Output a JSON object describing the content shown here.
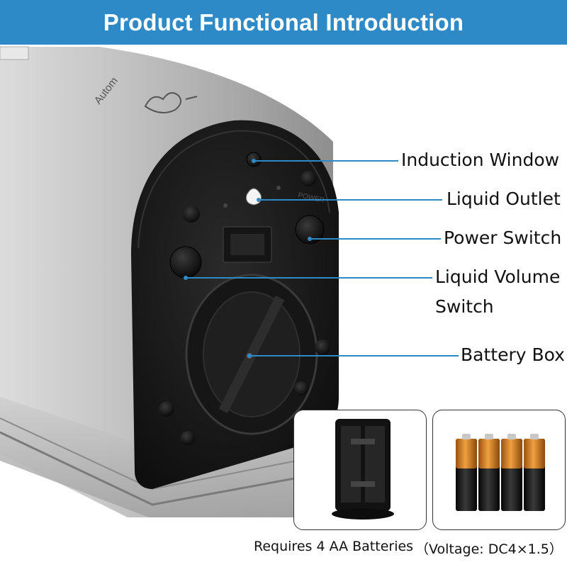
{
  "header": {
    "title": "Product Functional Introduction",
    "background": "#2e8ac6"
  },
  "product": {
    "engraved_text": "Autom",
    "power_label": "POWER"
  },
  "callouts": [
    {
      "label": "Induction Window"
    },
    {
      "label": "Liquid Outlet"
    },
    {
      "label": "Power Switch"
    },
    {
      "label": "Liquid Volume",
      "label2": "Switch"
    },
    {
      "label": "Battery Box"
    }
  ],
  "footer": {
    "batteries": "Requires 4 AA Batteries",
    "voltage": "（Voltage: DC4×1.5）"
  },
  "colors": {
    "accent": "#2e8ac6",
    "callout_line": "#2e8ac6",
    "battery_copper": "#d07a1e",
    "battery_black": "#151515"
  }
}
